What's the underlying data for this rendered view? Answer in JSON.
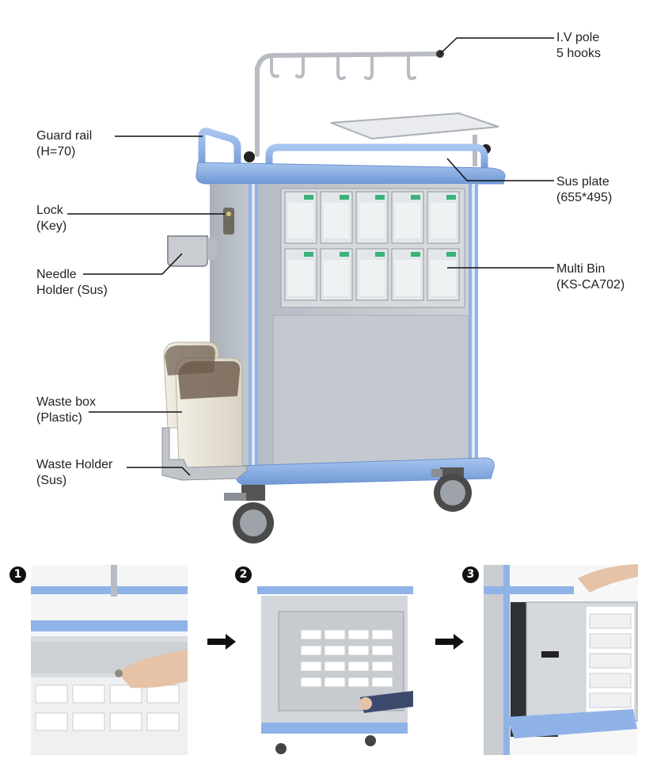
{
  "callouts": {
    "iv_pole": [
      "I.V pole",
      "5 hooks"
    ],
    "guard_rail": [
      "Guard rail",
      "(H=70)"
    ],
    "lock": [
      "Lock",
      "(Key)"
    ],
    "needle_holder": [
      "Needle",
      "Holder (Sus)"
    ],
    "waste_box": [
      "Waste box",
      "(Plastic)"
    ],
    "waste_holder": [
      "Waste Holder",
      "(Sus)"
    ],
    "sus_plate": [
      "Sus plate",
      "(655*495)"
    ],
    "multi_bin": [
      "Multi Bin",
      "(KS-CA702)"
    ]
  },
  "steps": [
    "1",
    "2",
    "3"
  ],
  "colors": {
    "trim_blue": "#8fb3e6",
    "panel_grey": "#c9cdd3",
    "dark_grey": "#9aa0a8",
    "steel": "#b9bcc0",
    "bin_clear": "#e3e7ea",
    "tag_green": "#3bb27a"
  }
}
